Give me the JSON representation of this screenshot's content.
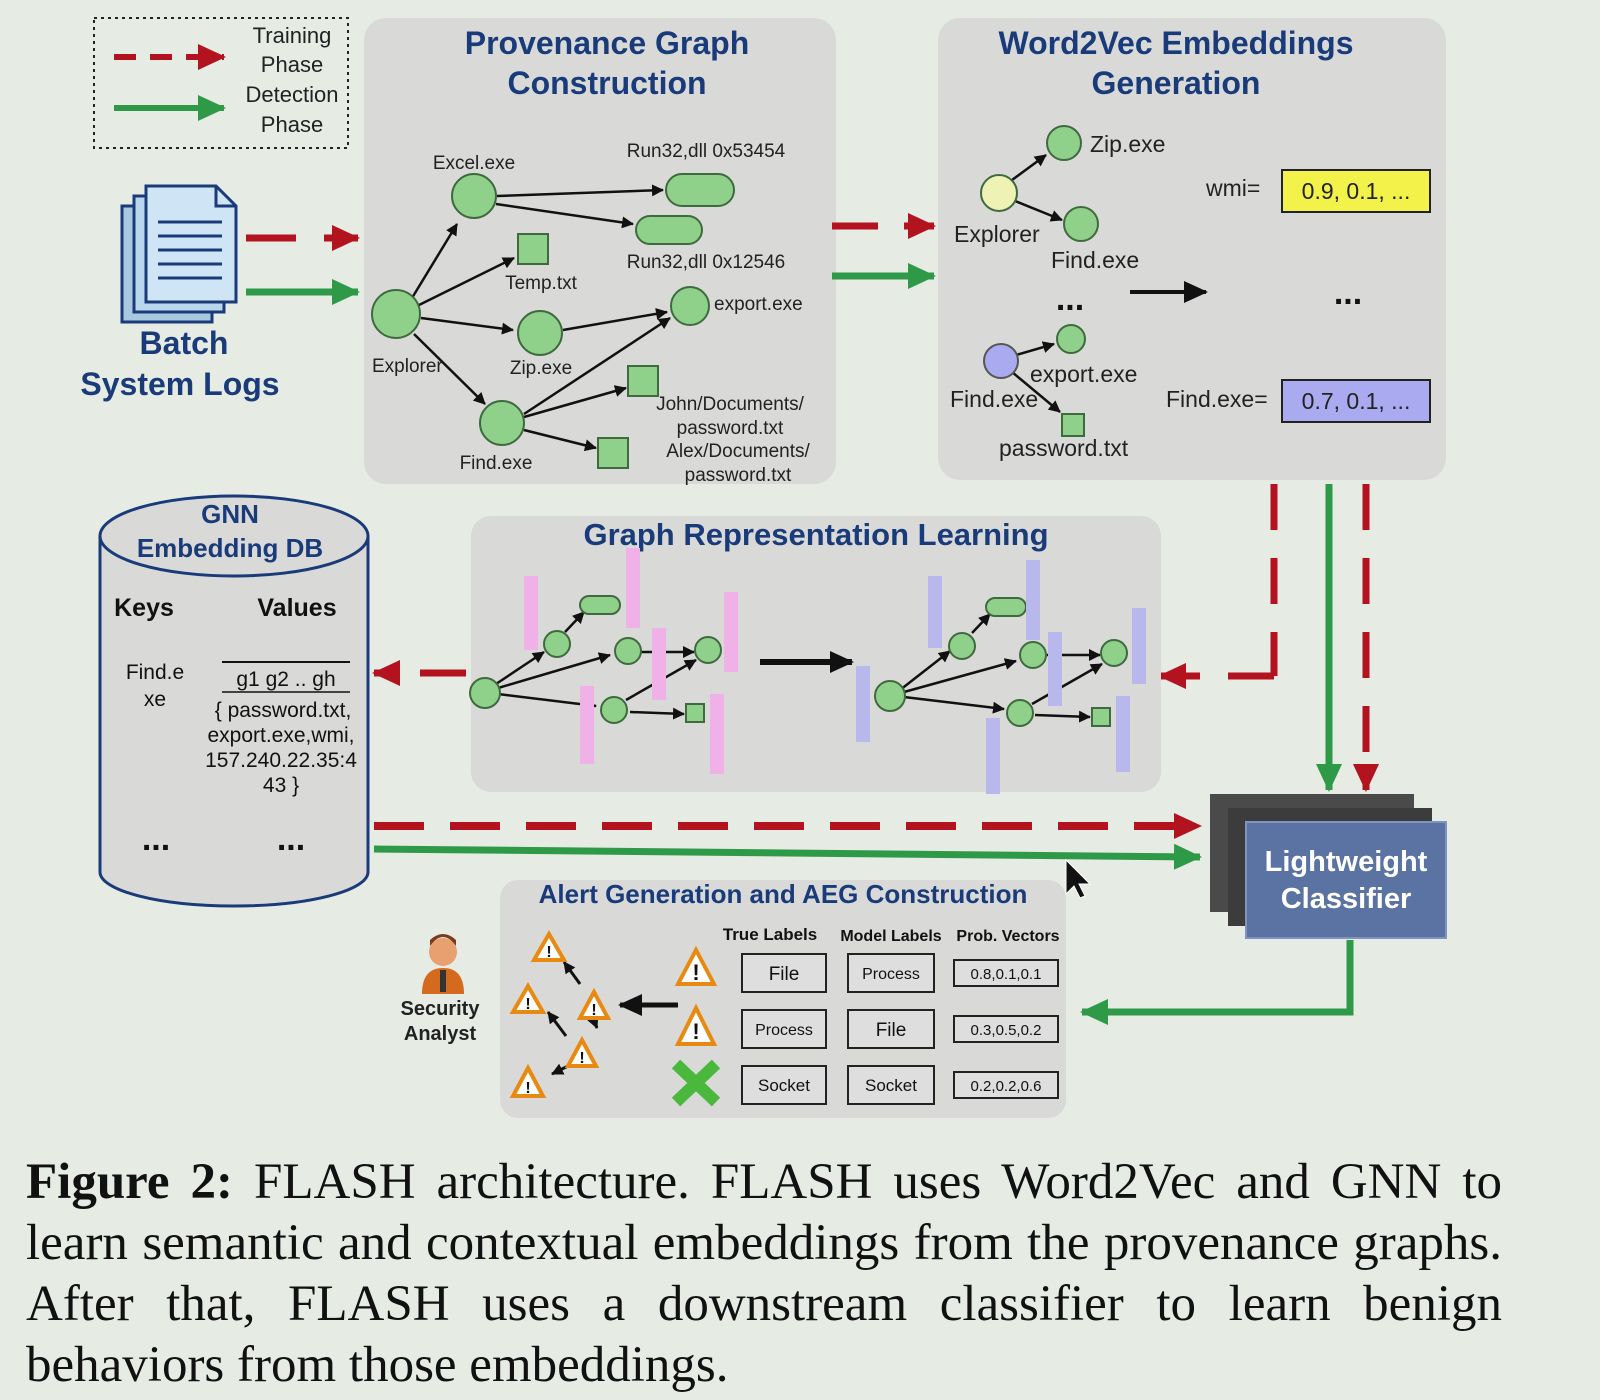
{
  "legend": {
    "training": "Training Phase",
    "training_l1": "Training",
    "training_l2": "Phase",
    "detection_l1": "Detection",
    "detection_l2": "Phase"
  },
  "batch_logs": {
    "l1": "Batch",
    "l2": "System Logs"
  },
  "provenance": {
    "title_l1": "Provenance Graph",
    "title_l2": "Construction",
    "nodes": {
      "excel": "Excel.exe",
      "run1": "Run32,dll 0x53454",
      "run2": "Run32,dll 0x12546",
      "temp": "Temp.txt",
      "explorer": "Explorer",
      "zip": "Zip.exe",
      "export": "export.exe",
      "find": "Find.exe",
      "john1": "John/Documents/",
      "john2": "password.txt",
      "alex1": "Alex/Documents/",
      "alex2": "password.txt"
    }
  },
  "word2vec": {
    "title_l1": "Word2Vec Embeddings",
    "title_l2": "Generation",
    "zip": "Zip.exe",
    "explorer": "Explorer",
    "find": "Find.exe",
    "ellipsis": "...",
    "export": "export.exe",
    "find2": "Find.exe",
    "password": "password.txt",
    "wmi_label": "wmi=",
    "wmi_vec": "0.9, 0.1, ...",
    "find_label": "Find.exe=",
    "find_vec": "0.7, 0.1, ...",
    "ellipsis_right": "..."
  },
  "gnn_db": {
    "title_l1": "GNN",
    "title_l2": "Embedding DB",
    "keys": "Keys",
    "values": "Values",
    "key1_l1": "Find.e",
    "key1_l2": "xe",
    "val_vec": "g1 g2 .. gh",
    "val_l1": "{ password.txt,",
    "val_l2": "export.exe,wmi,",
    "val_l3": "157.240.22.35:4",
    "val_l4": "43  }",
    "ellipsis": "...",
    "ellipsis2": "..."
  },
  "grl": {
    "title": "Graph Representation Learning"
  },
  "classifier": {
    "l1": "Lightweight",
    "l2": "Classifier"
  },
  "analyst": {
    "l1": "Security",
    "l2": "Analyst"
  },
  "alert": {
    "title": "Alert Generation and AEG Construction",
    "headers": [
      "True Labels",
      "Model Labels",
      "Prob. Vectors"
    ],
    "rows": [
      {
        "true": "File",
        "model": "Process",
        "prob": "0.8,0.1,0.1"
      },
      {
        "true": "Process",
        "model": "File",
        "prob": "0.3,0.5,0.2"
      },
      {
        "true": "Socket",
        "model": "Socket",
        "prob": "0.2,0.2,0.6"
      }
    ]
  },
  "colors": {
    "train": "#b3121f",
    "detect": "#2e9a48",
    "node": "#8fd08a",
    "title": "#1a3b7a",
    "yellow": "#f2f24a",
    "lavender": "#aaaaf0",
    "pink": "#f0b0e8",
    "purple": "#b8b8ec",
    "classifier": "#5a73a3"
  },
  "caption": {
    "fig": "Figure 2:",
    "text_a": " F",
    "flash": "LASH",
    "text_b": " architecture. F",
    "text_c": " uses Word2Vec and GNN to learn semantic and contextual embeddings from the provenance graphs. After that, F",
    "text_d": " uses a downstream classifier to learn benign behaviors from those embeddings."
  }
}
